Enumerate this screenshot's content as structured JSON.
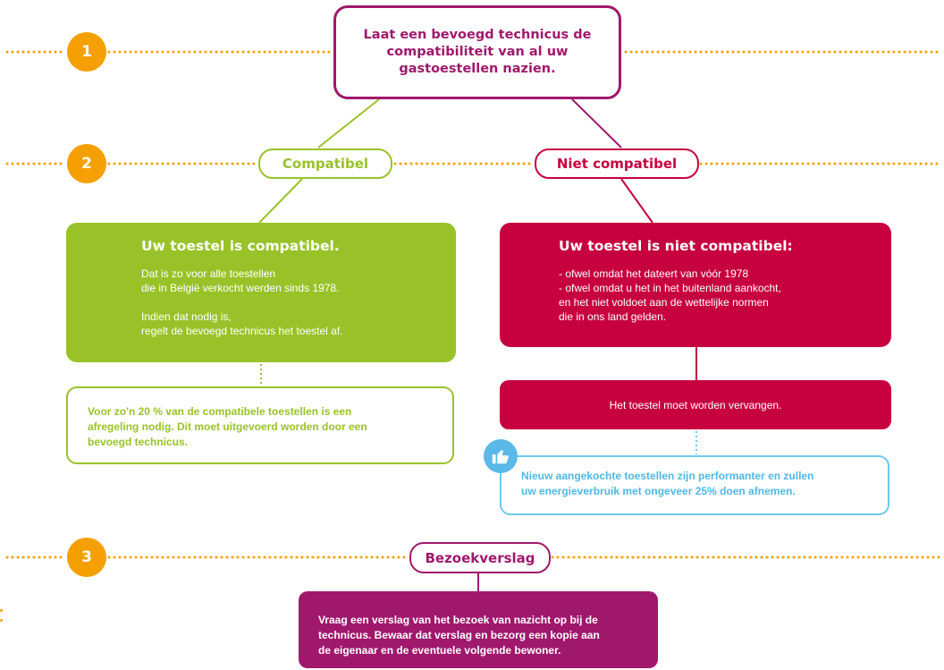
{
  "colors": {
    "orange": "#f5a000",
    "purple": "#a0186c",
    "green": "#99c229",
    "red": "#c7003f",
    "blue": "#5bb9e8"
  },
  "steps": [
    "1",
    "2",
    "3"
  ],
  "start": {
    "text": "Laat een bevoegd technicus de\ncompatibiliteit van al uw\ngastoestellen nazien."
  },
  "branches": {
    "compatible_label": "Compatibel",
    "not_compatible_label": "Niet compatibel"
  },
  "compatible": {
    "title": "Uw toestel is compatibel.",
    "para1": "Dat is zo voor alle toestellen\ndie in België verkocht werden sinds 1978.",
    "para2": "Indien dat nodig is,\nregelt de bevoegd technicus het toestel af.",
    "note": "Voor zo'n 20 % van de compatibele toestellen is een\nafregeling nodig. Dit moet uitgevoerd worden door een\nbevoegd technicus."
  },
  "not_compatible": {
    "title": "Uw toestel is niet compatibel:",
    "text": "- ofwel omdat het dateert van vóór 1978\n- ofwel omdat u het in het buitenland aankocht,\nen het niet voldoet aan de wettelijke normen\ndie in ons land gelden.",
    "action": "Het toestel moet worden vervangen.",
    "tip": "Nieuw aangekochte toestellen zijn performanter en zullen\nuw energieverbruik met ongeveer 25% doen afnemen.",
    "tip_icon": "thumbs-up-icon"
  },
  "report": {
    "label": "Bezoekverslag",
    "text": "Vraag een verslag van het bezoek van nazicht op bij de\ntechnicus. Bewaar dat verslag en bezorg een kopie aan\nde eigenaar en de eventuele volgende bewoner."
  }
}
